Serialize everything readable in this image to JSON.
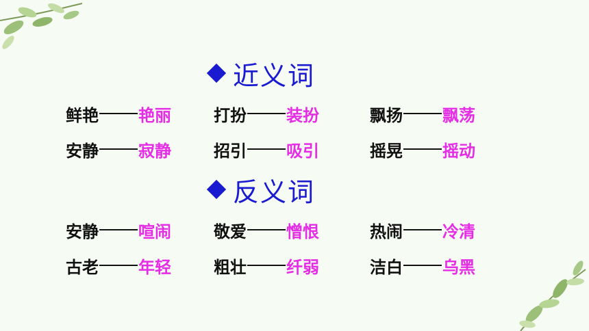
{
  "colors": {
    "heading": "#1a1ad0",
    "word": "#111111",
    "answer": "#e52de5",
    "background": "#f6fbf3"
  },
  "synonyms": {
    "heading": "近义词",
    "icon": "diamond-bullet-icon",
    "rows": [
      [
        {
          "word": "鲜艳",
          "answer": "艳丽"
        },
        {
          "word": "打扮",
          "answer": "装扮"
        },
        {
          "word": "飘扬",
          "answer": "飘荡"
        }
      ],
      [
        {
          "word": "安静",
          "answer": "寂静"
        },
        {
          "word": "招引",
          "answer": "吸引"
        },
        {
          "word": "摇晃",
          "answer": "摇动"
        }
      ]
    ]
  },
  "antonyms": {
    "heading": "反义词",
    "icon": "diamond-bullet-icon",
    "rows": [
      [
        {
          "word": "安静",
          "answer": "喧闹"
        },
        {
          "word": "敬爱",
          "answer": "憎恨"
        },
        {
          "word": "热闹",
          "answer": "冷清"
        }
      ],
      [
        {
          "word": "古老",
          "answer": "年轻"
        },
        {
          "word": "粗壮",
          "answer": "纤弱"
        },
        {
          "word": "洁白",
          "answer": "乌黑"
        }
      ]
    ]
  }
}
